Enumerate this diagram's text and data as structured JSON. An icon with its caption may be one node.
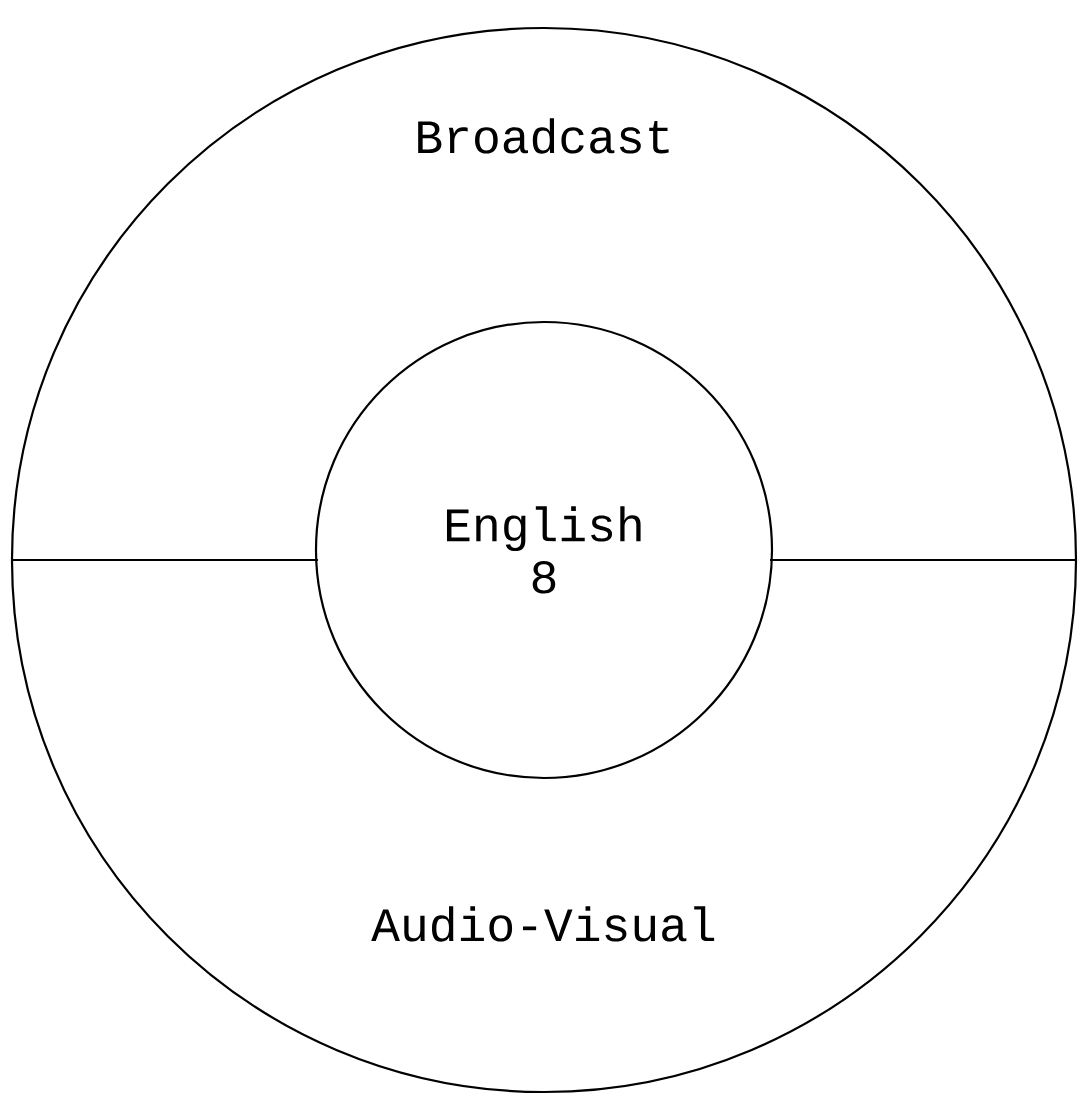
{
  "diagram": {
    "nodes": [
      {
        "text": [
          "Broadcast"
        ]
      },
      {
        "text": [
          "Audio-Visual"
        ]
      },
      {
        "text": [
          "English 8"
        ]
      }
    ]
  }
}
